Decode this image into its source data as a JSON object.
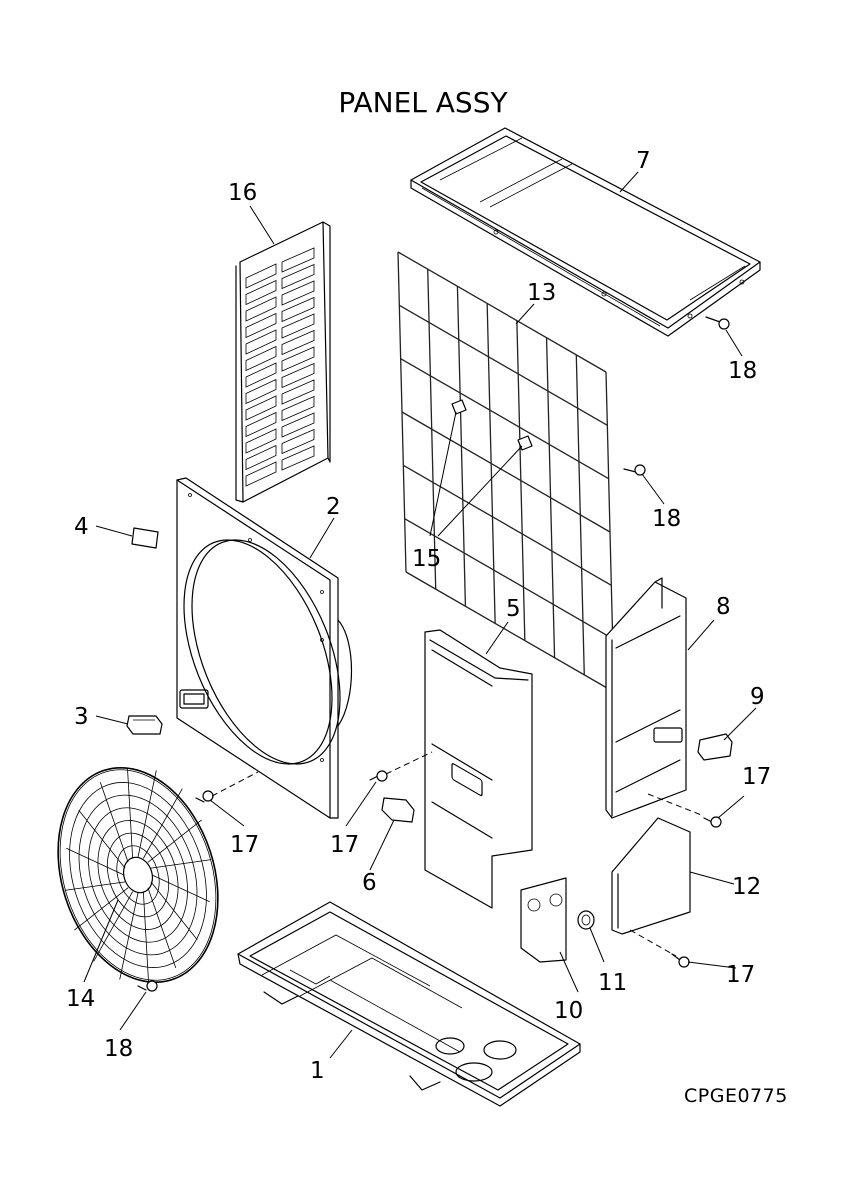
{
  "title": "PANEL ASSY",
  "drawing_code": "CPGE0775",
  "callouts": [
    {
      "id": "c1",
      "label": "1"
    },
    {
      "id": "c2",
      "label": "2"
    },
    {
      "id": "c3",
      "label": "3"
    },
    {
      "id": "c4",
      "label": "4"
    },
    {
      "id": "c5",
      "label": "5"
    },
    {
      "id": "c6",
      "label": "6"
    },
    {
      "id": "c7",
      "label": "7"
    },
    {
      "id": "c8",
      "label": "8"
    },
    {
      "id": "c9",
      "label": "9"
    },
    {
      "id": "c10",
      "label": "10"
    },
    {
      "id": "c11",
      "label": "11"
    },
    {
      "id": "c12",
      "label": "12"
    },
    {
      "id": "c13",
      "label": "13"
    },
    {
      "id": "c14",
      "label": "14"
    },
    {
      "id": "c15",
      "label": "15"
    },
    {
      "id": "c16",
      "label": "16"
    },
    {
      "id": "c17a",
      "label": "17"
    },
    {
      "id": "c17b",
      "label": "17"
    },
    {
      "id": "c17c",
      "label": "17"
    },
    {
      "id": "c17d",
      "label": "17"
    },
    {
      "id": "c18a",
      "label": "18"
    },
    {
      "id": "c18b",
      "label": "18"
    },
    {
      "id": "c18c",
      "label": "18"
    }
  ]
}
